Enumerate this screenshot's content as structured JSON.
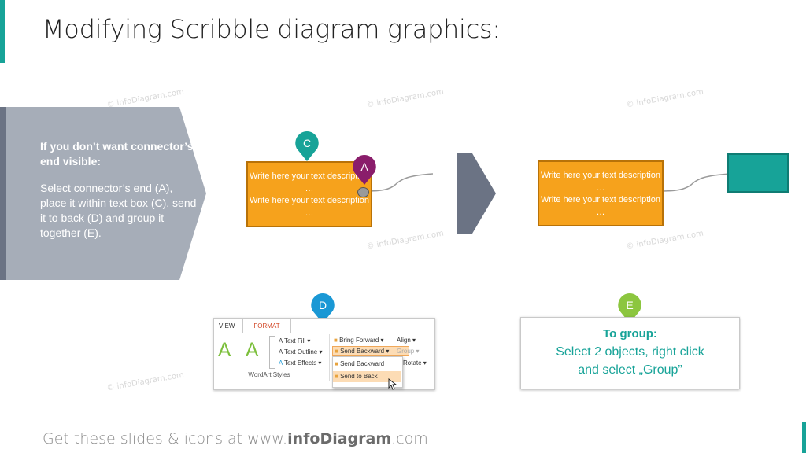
{
  "slide": {
    "title": "Modifying Scribble diagram graphics:",
    "watermark": "© infoDiagram.com"
  },
  "instructions": {
    "heading": "If you don’t want connector’s end visible:",
    "body": "Select connector’s end (A), place it within text box (C), send it to back (D) and group it together (E)."
  },
  "notes": {
    "line1": "Write here your text description …",
    "line2": "Write here your text description …"
  },
  "markers": {
    "a": {
      "label": "A",
      "color": "#8a1d6b"
    },
    "c": {
      "label": "C",
      "color": "#17a398"
    },
    "d": {
      "label": "D",
      "color": "#1a98d5"
    },
    "e": {
      "label": "E",
      "color": "#8cc63f"
    }
  },
  "ribbon": {
    "tab_view": "VIEW",
    "tab_format": "FORMAT",
    "text_fill": "Text Fill",
    "text_outline": "Text Outline",
    "text_effects": "Text Effects",
    "group_label": "WordArt Styles",
    "bring_forward": "Bring Forward",
    "send_backward": "Send Backward",
    "align": "Align",
    "group": "Group",
    "rotate": "Rotate",
    "menu_send_backward": "Send Backward",
    "menu_send_to_back": "Send to Back"
  },
  "group_box": {
    "heading": "To group:",
    "line1": "Select 2 objects, right click",
    "line2": "and select „Group”"
  },
  "footer": {
    "prefix": "Get these slides & icons at www.",
    "brand": "infoDiagram",
    "suffix": ".com"
  },
  "colors": {
    "accent": "#17a398",
    "orange": "#f6a21c",
    "panel": "#a6adb8",
    "arrow": "#6b7384"
  }
}
